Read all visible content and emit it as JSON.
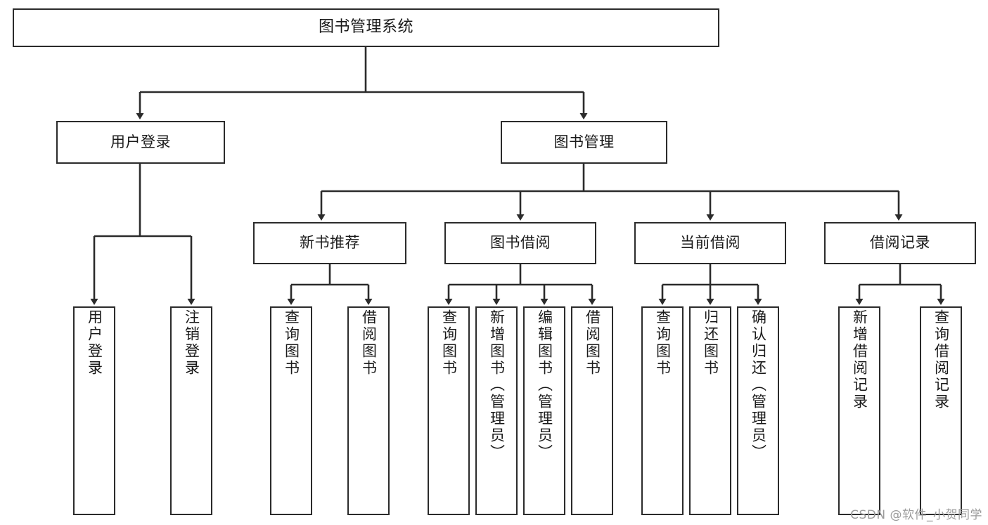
{
  "diagram": {
    "title": "图书管理系统",
    "type": "tree-hierarchy-chart",
    "root": {
      "id": "root",
      "label": "图书管理系统"
    },
    "level1": [
      {
        "id": "user-login",
        "label": "用户登录"
      },
      {
        "id": "book-manage",
        "label": "图书管理"
      }
    ],
    "level2": [
      {
        "id": "new-book-recommend",
        "label": "新书推荐",
        "parent": "book-manage"
      },
      {
        "id": "book-borrow",
        "label": "图书借阅",
        "parent": "book-manage"
      },
      {
        "id": "current-borrow",
        "label": "当前借阅",
        "parent": "book-manage"
      },
      {
        "id": "borrow-record",
        "label": "借阅记录",
        "parent": "book-manage"
      }
    ],
    "leaves": {
      "user_login": [
        {
          "id": "leaf-user-login",
          "label": "用户登录"
        },
        {
          "id": "leaf-logout-login",
          "label": "注销登录"
        }
      ],
      "new_book_recommend": [
        {
          "id": "leaf-query-book-1",
          "label": "查询图书"
        },
        {
          "id": "leaf-borrow-book-1",
          "label": "借阅图书"
        }
      ],
      "book_borrow": [
        {
          "id": "leaf-query-book-2",
          "label": "查询图书"
        },
        {
          "id": "leaf-add-book",
          "label": "新增图书（管理员）"
        },
        {
          "id": "leaf-edit-book",
          "label": "编辑图书（管理员）"
        },
        {
          "id": "leaf-borrow-book-2",
          "label": "借阅图书"
        }
      ],
      "current_borrow": [
        {
          "id": "leaf-query-book-3",
          "label": "查询图书"
        },
        {
          "id": "leaf-return-book",
          "label": "归还图书"
        },
        {
          "id": "leaf-confirm-return",
          "label": "确认归还（管理员）"
        }
      ],
      "borrow_record": [
        {
          "id": "leaf-add-record",
          "label": "新增借阅记录"
        },
        {
          "id": "leaf-query-record",
          "label": "查询借阅记录"
        }
      ]
    }
  },
  "watermark": {
    "text": "CSDN @软件_小贺同学"
  },
  "colors": {
    "stroke": "#2b2b2b",
    "fill": "#ffffff",
    "text": "#1a1a1a",
    "watermark": "#9b9b9b"
  }
}
